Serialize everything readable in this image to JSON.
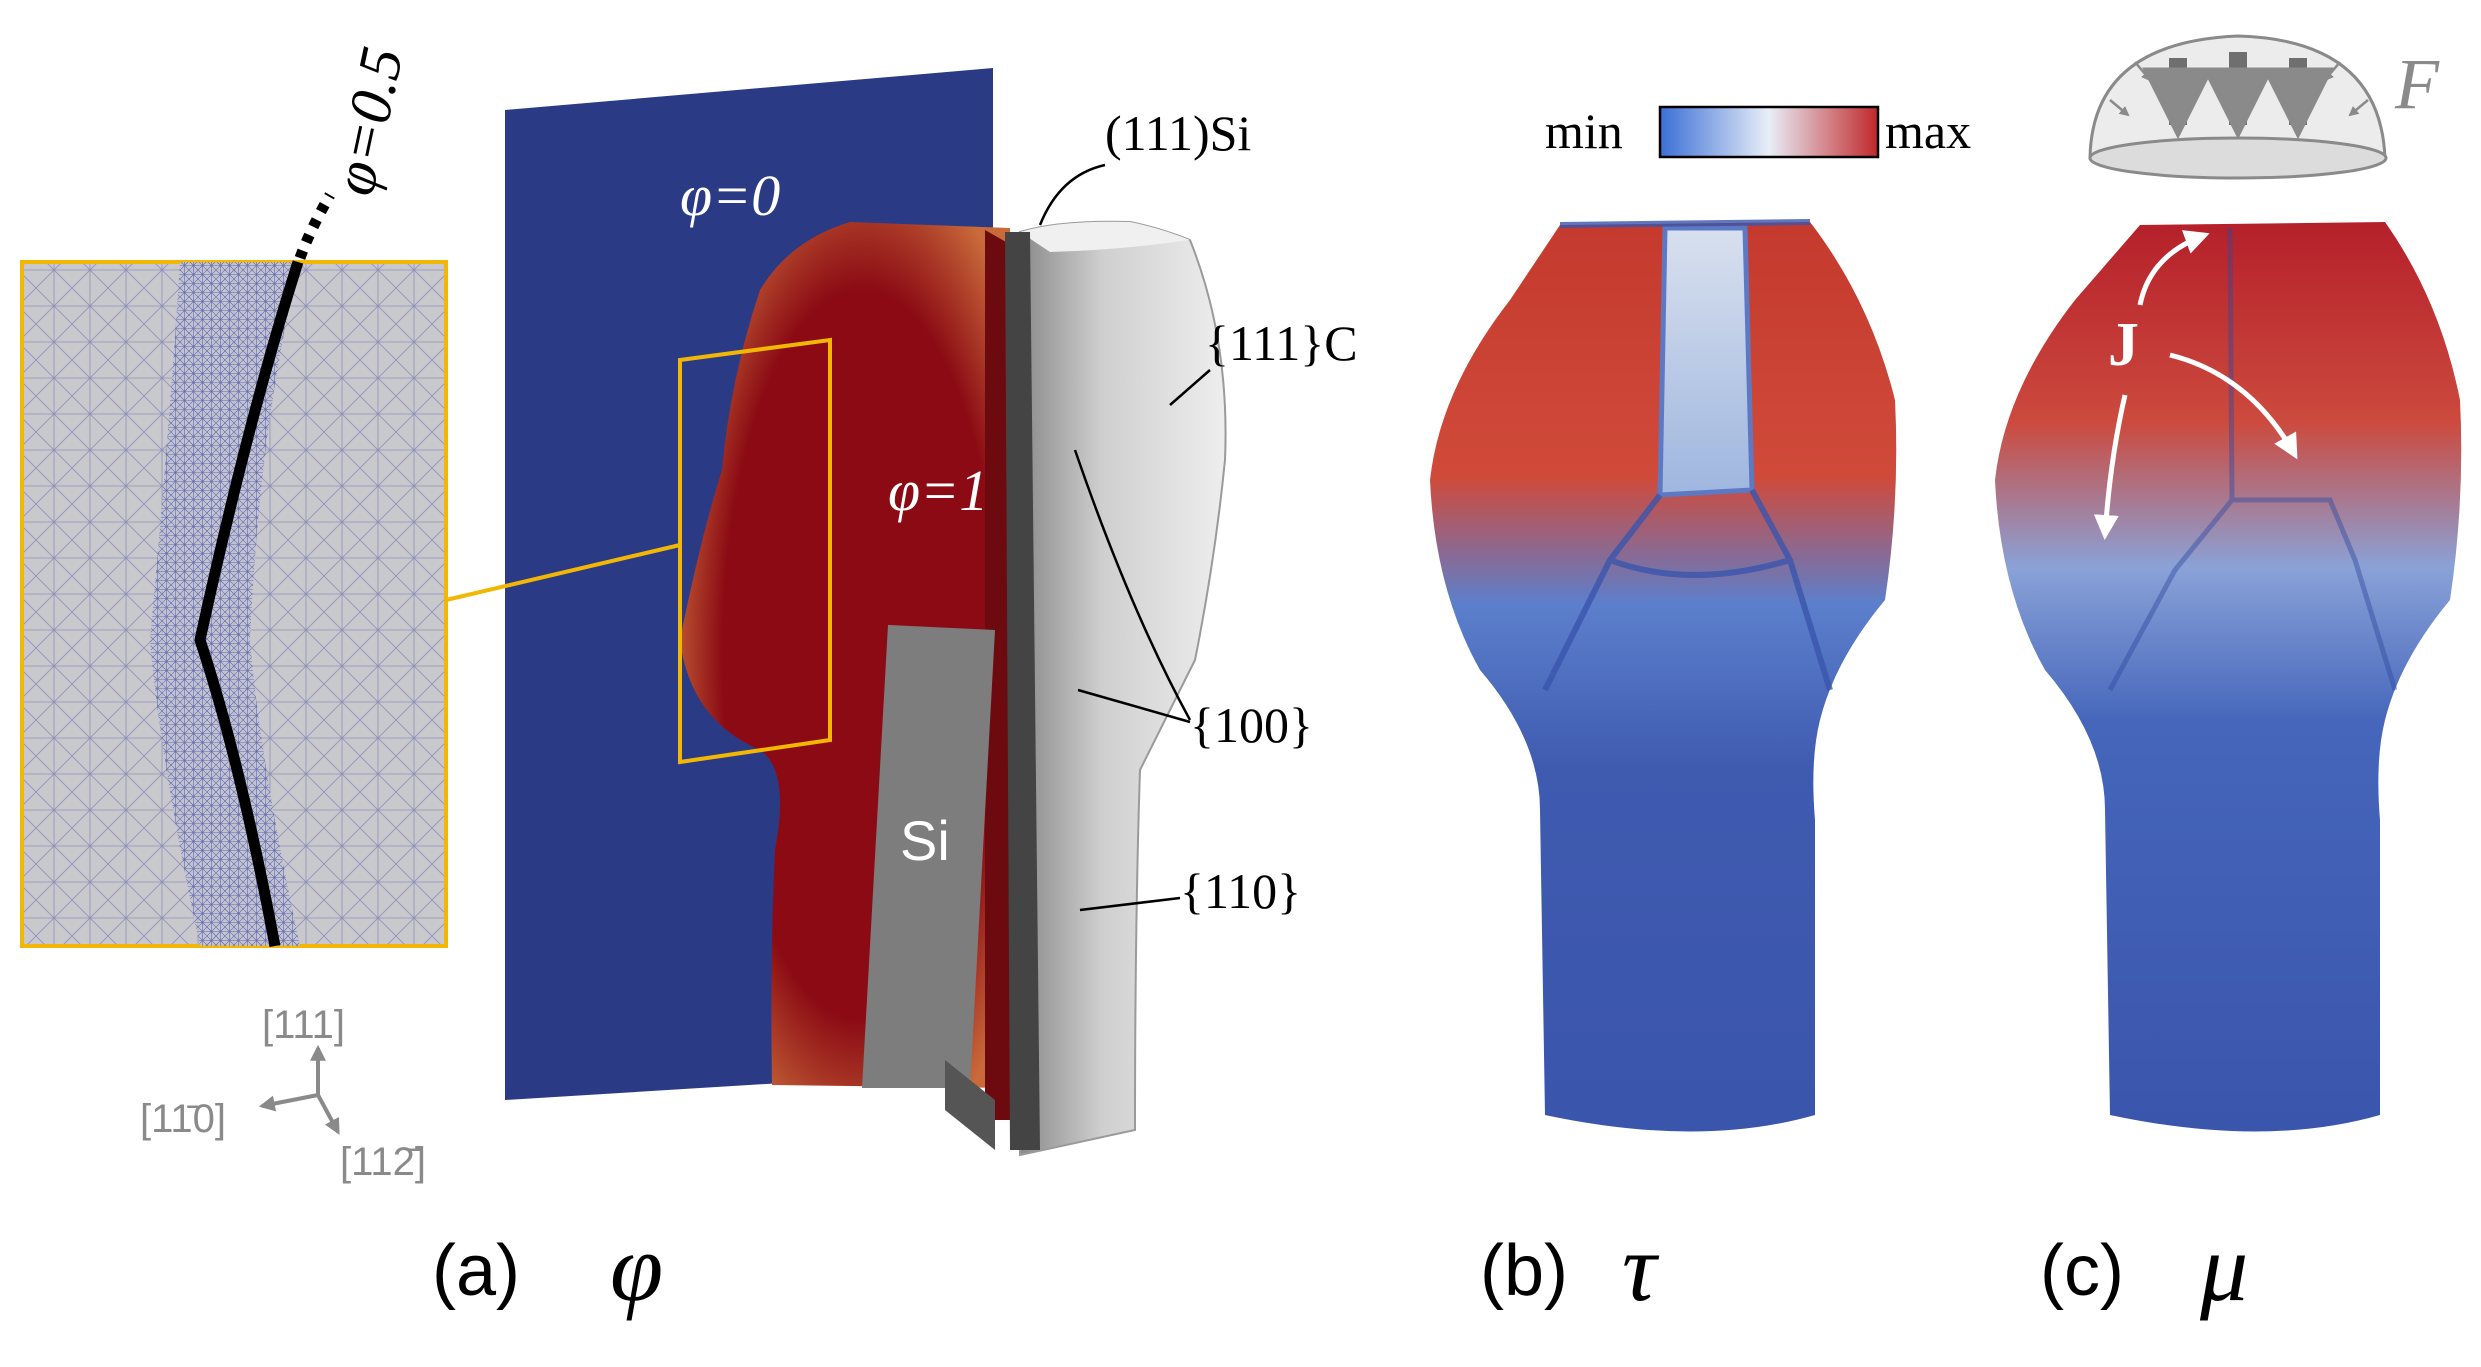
{
  "panel_a": {
    "caption_letter": "(a)",
    "caption_symbol": "φ",
    "inset_label": "φ=0.5",
    "phi0_label": "φ=0",
    "phi1_label": "φ=1",
    "si_label": "Si",
    "facet_111si": "(111)Si",
    "facet_111c": "{111}C",
    "facet_100": "{100}",
    "facet_110": "{110}",
    "axis_111": "[111]",
    "axis_1m10": "[11̄0]",
    "axis_11m2": "[112̄]"
  },
  "panel_b": {
    "caption_letter": "(b)",
    "caption_symbol": "τ",
    "colorbar_min": "min",
    "colorbar_max": "max"
  },
  "panel_c": {
    "caption_letter": "(c)",
    "caption_symbol": "μ",
    "flux_label": "J",
    "force_label": "F"
  },
  "colors": {
    "phi0_blue": "#2b3a85",
    "phi1_red": "#8b0a14",
    "inset_border": "#f2b705",
    "mesh_grey": "#c8c8cc",
    "cmap_low": "#3b4cc0",
    "cmap_mid": "#dddddd",
    "cmap_high": "#b40426"
  }
}
